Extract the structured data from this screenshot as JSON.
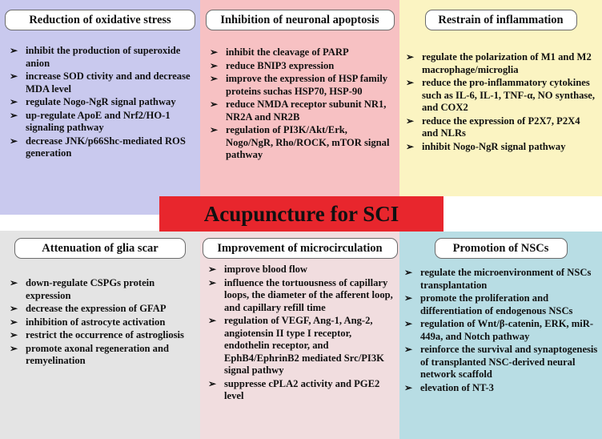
{
  "center_title": "Acupuncture for SCI",
  "colors": {
    "oxidative": "#c9c9ee",
    "apoptosis": "#f7c1c3",
    "inflammation": "#fbf4c2",
    "glia": "#e4e4e4",
    "microcirculation": "#f1dddf",
    "nscs": "#b8dde4",
    "center": "#e8262d"
  },
  "panels": [
    {
      "title": "Reduction of oxidative stress",
      "items": [
        "inhibit the production of superoxide anion",
        "increase SOD ctivity and  and decrease MDA level",
        "regulate Nogo-NgR signal pathway",
        "up-regulate ApoE and Nrf2/HO-1 signaling pathway",
        "decrease JNK/p66Shc-mediated ROS generation"
      ]
    },
    {
      "title": "Inhibition  of neuronal apoptosis",
      "items": [
        "inhibit the cleavage of PARP",
        "reduce BNIP3 expression",
        "improve the expression of HSP family proteins suchas HSP70, HSP-90",
        "reduce NMDA receptor subunit NR1, NR2A and NR2B",
        "regulation of PI3K/Akt/Erk, Nogo/NgR, Rho/ROCK, mTOR signal pathway"
      ]
    },
    {
      "title": "Restrain  of inflammation",
      "items": [
        "regulate the polarization of M1 and M2 macrophage/microglia",
        "reduce the pro-inflammatory cytokines such as IL-6, IL-1, TNF-α, NO synthase, and COX2",
        "reduce the expression of P2X7, P2X4 and NLRs",
        "inhibit Nogo-NgR signal pathway"
      ]
    },
    {
      "title": "Attenuation  of glia scar",
      "items": [
        "down-regulate CSPGs protein expression",
        "decrease the expression of GFAP",
        "inhibition of astrocyte activation",
        "restrict the occurrence of astrogliosis",
        "promote axonal regeneration and remyelination"
      ]
    },
    {
      "title": "Improvement  of microcirculation",
      "items": [
        "improve blood flow",
        "influence the tortuousness of capillary loops, the diameter of the afferent loop, and capillary refill time",
        "regulation of VEGF, Ang-1, Ang-2, angiotensin II type I receptor, endothelin receptor, and EphB4/EphrinB2 mediated Src/PI3K signal pathwy",
        "suppresse cPLA2 activity and PGE2 level"
      ]
    },
    {
      "title": "Promotion  of NSCs",
      "items": [
        "regulate the microenvironment of NSCs transplantation",
        "promote the proliferation and differentiation of endogenous NSCs",
        "regulation of  Wnt/β-catenin, ERK, miR-449a, and Notch pathway",
        "reinforce the survival and synaptogenesis of transplanted NSC-derived neural network scaffold",
        "elevation of NT-3"
      ]
    }
  ]
}
